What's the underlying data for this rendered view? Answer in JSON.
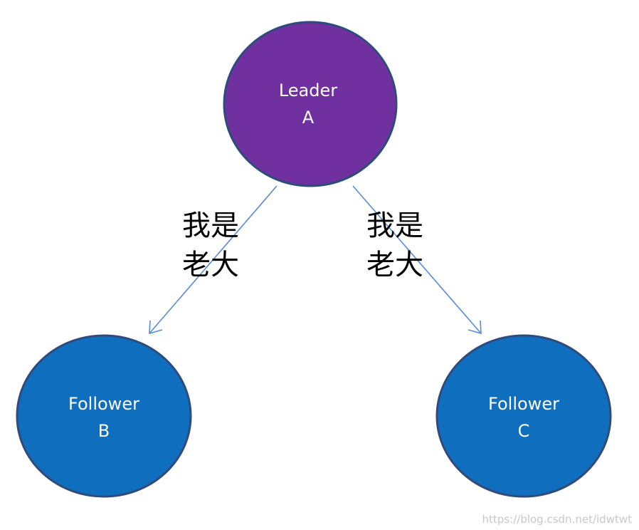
{
  "nodes": {
    "leader": {
      "line1": "Leader",
      "line2": "A",
      "fill": "#7030A0",
      "stroke": "#2f4b7c"
    },
    "follower_b": {
      "line1": "Follower",
      "line2": "B",
      "fill": "#106EBE",
      "stroke": "#2f4b7c"
    },
    "follower_c": {
      "line1": "Follower",
      "line2": "C",
      "fill": "#106EBE",
      "stroke": "#2f4b7c"
    }
  },
  "edges": {
    "to_b": {
      "line1": "我是",
      "line2": "老大",
      "color": "#5b8bd0"
    },
    "to_c": {
      "line1": "我是",
      "line2": "老大",
      "color": "#5b8bd0"
    }
  },
  "watermark": "https://blog.csdn.net/idwtwt"
}
